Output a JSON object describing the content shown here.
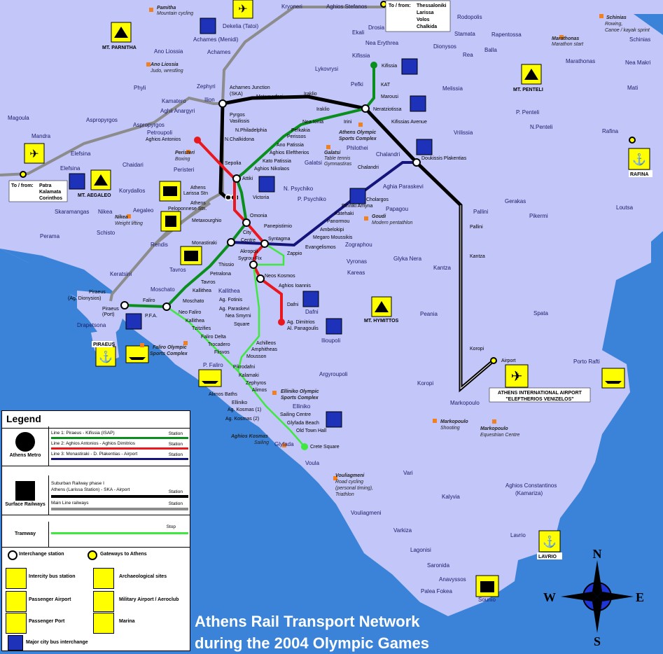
{
  "title": {
    "line1": "Athens Rail Transport Network",
    "line2": "during the 2004 Olympic Games"
  },
  "colors": {
    "sea": "#3a83d9",
    "land": "#c3c6f8",
    "line1": "#0a8f1e",
    "line2": "#e8181e",
    "line3": "#14147a",
    "suburban": "#000000",
    "mainline": "#8c8c8c",
    "tram": "#3ee83e",
    "marker": "#ffff00"
  },
  "places": {
    "kryoneri": "Kryoneri",
    "aghios_stefanos": "Aghios Stefanos",
    "dekelia": "Dekelia (Tatoi)",
    "achames_menidi": "Achames (Menidi)",
    "achames": "Achames",
    "drosia": "Drosia",
    "ekali": "Ekali",
    "rodopolis": "Rodopolis",
    "stamata": "Stamata",
    "rapentossa": "Rapentossa",
    "nea_erythrea": "Nea Erythrea",
    "dionysos": "Dionysos",
    "rea": "Rea",
    "balla": "Balla",
    "marathonas": "Marathonas",
    "nea_makri": "Nea Makri",
    "schinias": "Schinias",
    "ano_liossia": "Ano Liossia",
    "lykovrysi": "Lykovrysi",
    "kifissia": "Kifissia",
    "zephyri": "Zephyri",
    "phyli": "Phyli",
    "kamatero": "Kamatero",
    "ilion": "Ilion",
    "aghii_anargyri": "Aghii Anargyri",
    "pefki": "Pefki",
    "melissia": "Melissia",
    "mati": "Mati",
    "magoula": "Magoula",
    "aspropyrgos": "Aspropyrgos",
    "petroupoli": "Petroupoli",
    "mandra": "Mandra",
    "elefsina": "Elefsina",
    "chaidari": "Chaidari",
    "peristeri": "Peristeri",
    "korydallos": "Korydallos",
    "aegaleo": "Aegaleo",
    "nikea": "Nikea",
    "skaramangas": "Skaramangas",
    "schisto": "Schisto",
    "perama": "Perama",
    "rendis": "Rendis",
    "keratsini": "Keratsini",
    "drapetsona": "Drapetsona",
    "tavros": "Tavros",
    "moschato": "Moschato",
    "kallithea": "Kallithea",
    "p_penteli": "P. Penteli",
    "n_penteli": "N.Penteli",
    "vrilissia": "Vrilissia",
    "rafina": "Rafina",
    "chalandri": "Chalandri",
    "philothei": "Philothei",
    "galatsi": "Galatsi",
    "n_psychiko": "N. Psychiko",
    "p_psychiko": "P. Psychiko",
    "aghia_paraskevi": "Aghia Paraskevi",
    "papagou": "Papagou",
    "zographou": "Zographou",
    "pallini": "Pallini",
    "gerakas": "Gerakas",
    "pikermi": "Pikermi",
    "loutsa": "Loutsa",
    "vyronas": "Vyronas",
    "kareas": "Kareas",
    "glyka_nera": "Glyka Nera",
    "kantza": "Kantza",
    "spata": "Spata",
    "peania": "Peania",
    "dafni": "Dafni",
    "ilioupoli": "Ilioupoli",
    "argyroupoli": "Argyroupoli",
    "koropi": "Koropi",
    "porto_rafti": "Porto Rafti",
    "markopoulo": "Markopoulo",
    "elliniko": "Elliniko",
    "glyfada": "Glyfada",
    "voula": "Voula",
    "vari": "Vari",
    "vouliagmeni": "Vouliagmeni",
    "varkiza": "Varkiza",
    "kalyvia": "Kalyvia",
    "aghios_constantinos": "Aghios Constantinos",
    "kamariza": "(Kamariza)",
    "lagonisi": "Lagonisi",
    "saronida": "Saronida",
    "anavyssos": "Anavyssos",
    "palea_fokea": "Palea Fokea",
    "sounio": "Sounio",
    "lavrio": "Lavrio",
    "p_faliro": "P. Faliro",
    "n_smyrni": "N. Smyrni"
  },
  "venues": {
    "parnitha": "MT. PARNITHA",
    "penteli": "MT. PENTELI",
    "aegaleo": "MT. AEGALEO",
    "hymittos": "MT. HYMITTOS",
    "pamitha": "Pamitha",
    "pamitha_sub": "Mountain cycling",
    "ano_liossia": "Ano Liossia",
    "ano_liossia_sub": "Judo, wrestling",
    "peristeri": "Peristeri",
    "peristeri_sub": "Boxing",
    "nikea": "Nikea",
    "nikea_sub": "Weight lifting",
    "galatsi": "Galatsi",
    "galatsi_sub1": "Table tennis",
    "galatsi_sub2": "Gymnastiras",
    "athens_olympic1": "Athens Olympic",
    "athens_olympic2": "Sports Complex",
    "schinias": "Schinias",
    "schinias_sub1": "Rowing,",
    "schinias_sub2": "Canoe / kayak sprint",
    "marathonas": "Marathonas",
    "marathonas_sub": "Marathon start",
    "goudi": "Goudi",
    "goudi_sub": "Modern pentathlon",
    "faliro1": "Faliro Olympic",
    "faliro2": "Sports Complex",
    "elliniko1": "Elliniko Olympic",
    "elliniko2": "Sports Complex",
    "aghios_kosmas": "Aghios Kosmas",
    "aghios_kosmas_sub": "Sailing",
    "vouliagmeni": "Vouliagmeni",
    "vouliagmeni_sub1": "Road cycling",
    "vouliagmeni_sub2": "(personal timing),",
    "vouliagmeni_sub3": "Triathlon",
    "markopoulo": "Markopoulo",
    "markopoulo_sub": "Shooting",
    "markopoulo_eq": "Markopoulo",
    "markopoulo_eq_sub": "Equestrian Centre",
    "airport1": "ATHENS INTERNATIONAL AIRPORT",
    "airport2": "\"ELEFTHERIOS VENIZELOS\"",
    "piraeus_port": "PIRAEUS",
    "rafina_port": "RAFINA",
    "lavrio_port": "LAVRIO"
  },
  "gateways": {
    "north1": "To / from:",
    "north_thess": "Thessaloniki",
    "north_larissa": "Larissa",
    "north_volos": "Volos",
    "north_chalkida": "Chalkida",
    "west1": "To / from:",
    "west_patra": "Patra",
    "west_kalamata": "Kalamata",
    "west_corinthos": "Corinthos"
  },
  "stations": {
    "kifissia": "Kifissia",
    "kat": "KAT",
    "marousi": "Marousi",
    "neratziotissa": "Neratziotissa",
    "irini": "Irini",
    "iraklio": "Iraklio",
    "nea_ionia": "Nea Ionia",
    "pefkakia": "Pefkakia",
    "perissos": "Perissos",
    "ano_patissia": "Ano Patissia",
    "aghios_eleftherios": "Aghios Eleftherios",
    "kato_patissia": "Kato Patissia",
    "aghios_nikolaos": "Aghios Nikolaos",
    "attiki": "Attiki",
    "victoria": "Victoria",
    "omonia": "Omonia",
    "monastiraki": "Monastiraki",
    "thissio": "Thissio",
    "petralona": "Petralona",
    "tavros": "Tavros",
    "kallithea": "Kallithea",
    "moschato": "Moschato",
    "faliro": "Faliro",
    "piraeus": "Piraeus",
    "piraeus_port": "(Port)",
    "piraeus_dionysos1": "Piraeus",
    "piraeus_dionysos2": "(Ag. Dionysios)",
    "aghios_antonios": "Aghios Antonios",
    "sepolia": "Sepolia",
    "metaxourghio": "Metaxourghio",
    "panepistimio": "Panepistimio",
    "syntagma": "Syntagma",
    "akropoli": "Akropoli",
    "sygrou_fix": "Sygrou-Fix",
    "neos_kosmos": "Neos Kosmos",
    "aghios_ioannis": "Aghios Ioannis",
    "dafni": "Dafni",
    "ag_dimitrios1": "Ag. Dimitrios",
    "ag_dimitrios2": "Al. Panagoulis",
    "evangelismos": "Evangelismos",
    "megaro": "Megaro Moussikis",
    "ambelokipi": "Ambelokipi",
    "panormou": "Panormou",
    "katehaki": "Katehaki",
    "ethniki_amyna": "Ethniki Amyna",
    "cholargos": "Cholargos",
    "doukissis": "Doukissis Plakentias",
    "pallini": "Pallini",
    "kantza": "Kantza",
    "koropi": "Koropi",
    "airport": "Airport",
    "kifissias_avenue": "Kifissias Avenue",
    "chalandri": "Chalandri",
    "metamorfosi": "Metamorfosi",
    "acharnes_junction1": "Acharnes Junction",
    "acharnes_junction2": "(SKA)",
    "pyrgos_vasilissis1": "Pyrgos",
    "pyrgos_vasilissis2": "Vasilissis",
    "n_philadelphia": "N.Philadelphia",
    "n_chalkidona": "N.Chalkidona",
    "athens_larissa1": "Athens",
    "athens_larissa2": "Larissa Stn",
    "athens_pelop1": "Athens",
    "athens_pelop2": "Peloponnese Stn.",
    "city_centre1": "City",
    "city_centre2": "Centre",
    "zappio": "Zappio",
    "pfa": "P.F.A.",
    "neo_faliro": "Neo Faliro",
    "t_kallithea": "Kallithea",
    "tzitzifies": "Tzitzifies",
    "faliro_delta": "Faliro Delta",
    "trocadero": "Trocadero",
    "flisvos": "Flisvos",
    "kallithea_fotinis1": "Kallithea",
    "kallithea_fotinis2": "Ag. Fotinis",
    "ag_paraskevi": "Ag. Paraskevi",
    "nea_smyrni_sq1": "Nea Smyrni",
    "nea_smyrni_sq2": "Square",
    "achilleos": "Achilleos",
    "amphitheas": "Amphitheas",
    "moussón": "Mousson",
    "pikrodafni": "Pikrodafni",
    "kalamaki": "Kalamaki",
    "zephyros": "Zephyros",
    "alimos": "Alimos",
    "alimos_baths": "Alimos Baths",
    "t_elliniko": "Elliniko",
    "ag_kosmas_1": "Ag. Kosmas (1)",
    "ag_kosmas_2": "Ag. Kosmas (2)",
    "sailing_centre": "Sailing Centre",
    "glyfada_beach": "Glyfada Beach",
    "old_town_hall": "Old Town Hall",
    "crete_square": "Crete Square"
  },
  "legend": {
    "title": "Legend",
    "athens_metro": "Athens Metro",
    "line1": "Line 1: Piraeus - Kifissia (ISAP)",
    "line2": "Line 2: Aghios Antonios - Aghios Dimitrios",
    "line3": "Line 3: Monastiraki - D. Plakentias - Airport",
    "station": "Station",
    "surface_railways": "Surface Railways",
    "suburban1": "Suburban Railway phase I",
    "suburban2": "Athens (Larissa Station) - SKA - Airport",
    "mainline": "Main Line railways",
    "tramway": "Tramway",
    "stop": "Stop",
    "interchange": "Interchange station",
    "gateways": "Gateways to Athens",
    "bus_station": "Intercity bus station",
    "archaeological": "Archaeological sites",
    "passenger_airport": "Passenger Airport",
    "military_airport": "Military Airport / Aeroclub",
    "passenger_port": "Passenger Port",
    "marina": "Marina",
    "bus_interchange": "Major city bus interchange"
  },
  "compass": {
    "n": "N",
    "s": "S",
    "e": "E",
    "w": "W"
  }
}
